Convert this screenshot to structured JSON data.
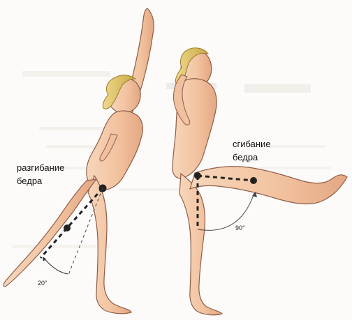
{
  "diagram": {
    "left_label_line1": "разгибание",
    "left_label_line2": "бедра",
    "left_angle": "20°",
    "right_label_line1": "сгибание",
    "right_label_line2": "бедра",
    "right_angle": "90°"
  },
  "colors": {
    "skin": "#f4c7a3",
    "skin_shadow": "#d99f79",
    "outline": "#8d5b43",
    "hair": "#d8bf62",
    "line": "#222222"
  }
}
